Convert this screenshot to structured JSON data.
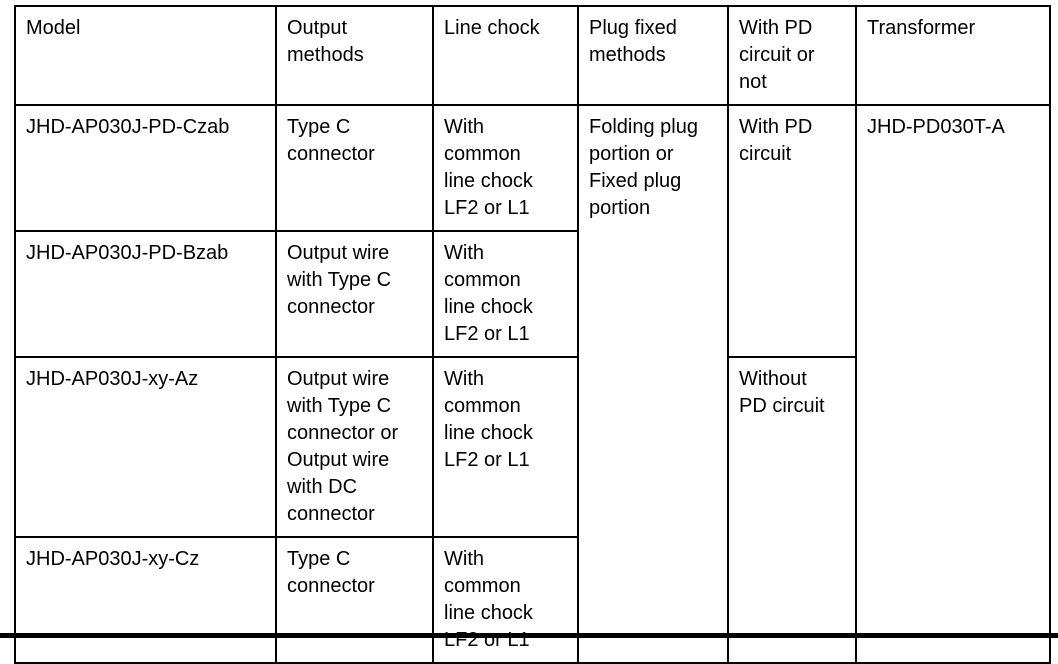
{
  "table": {
    "headers": [
      "Model",
      "Output\nmethods",
      "Line chock",
      "Plug fixed\nmethods",
      "With PD\ncircuit or\nnot",
      "Transformer"
    ],
    "rows": [
      {
        "model": "JHD-AP030J-PD-Czab",
        "output": "Type C\nconnector",
        "line_chock": "With\ncommon\nline chock\nLF2 or L1"
      },
      {
        "model": "JHD-AP030J-PD-Bzab",
        "output": "Output wire\nwith Type C\nconnector",
        "line_chock": "With\ncommon\nline chock\nLF2 or L1"
      },
      {
        "model": "JHD-AP030J-xy-Az",
        "output": "Output wire\nwith Type C\nconnector or\nOutput wire\nwith DC\nconnector",
        "line_chock": "With\ncommon\nline chock\nLF2 or L1"
      },
      {
        "model": "JHD-AP030J-xy-Cz",
        "output": "Type C\nconnector",
        "line_chock": "With\ncommon\nline chock\nLF2 or L1"
      }
    ],
    "plug_fixed": "Folding plug\nportion or\nFixed plug\nportion",
    "pd_groups": [
      {
        "label": "With PD\ncircuit"
      },
      {
        "label": "Without\nPD circuit"
      }
    ],
    "transformer": "JHD-PD030T-A",
    "colors": {
      "border": "#000000",
      "text": "#000000",
      "background": "#ffffff"
    }
  }
}
